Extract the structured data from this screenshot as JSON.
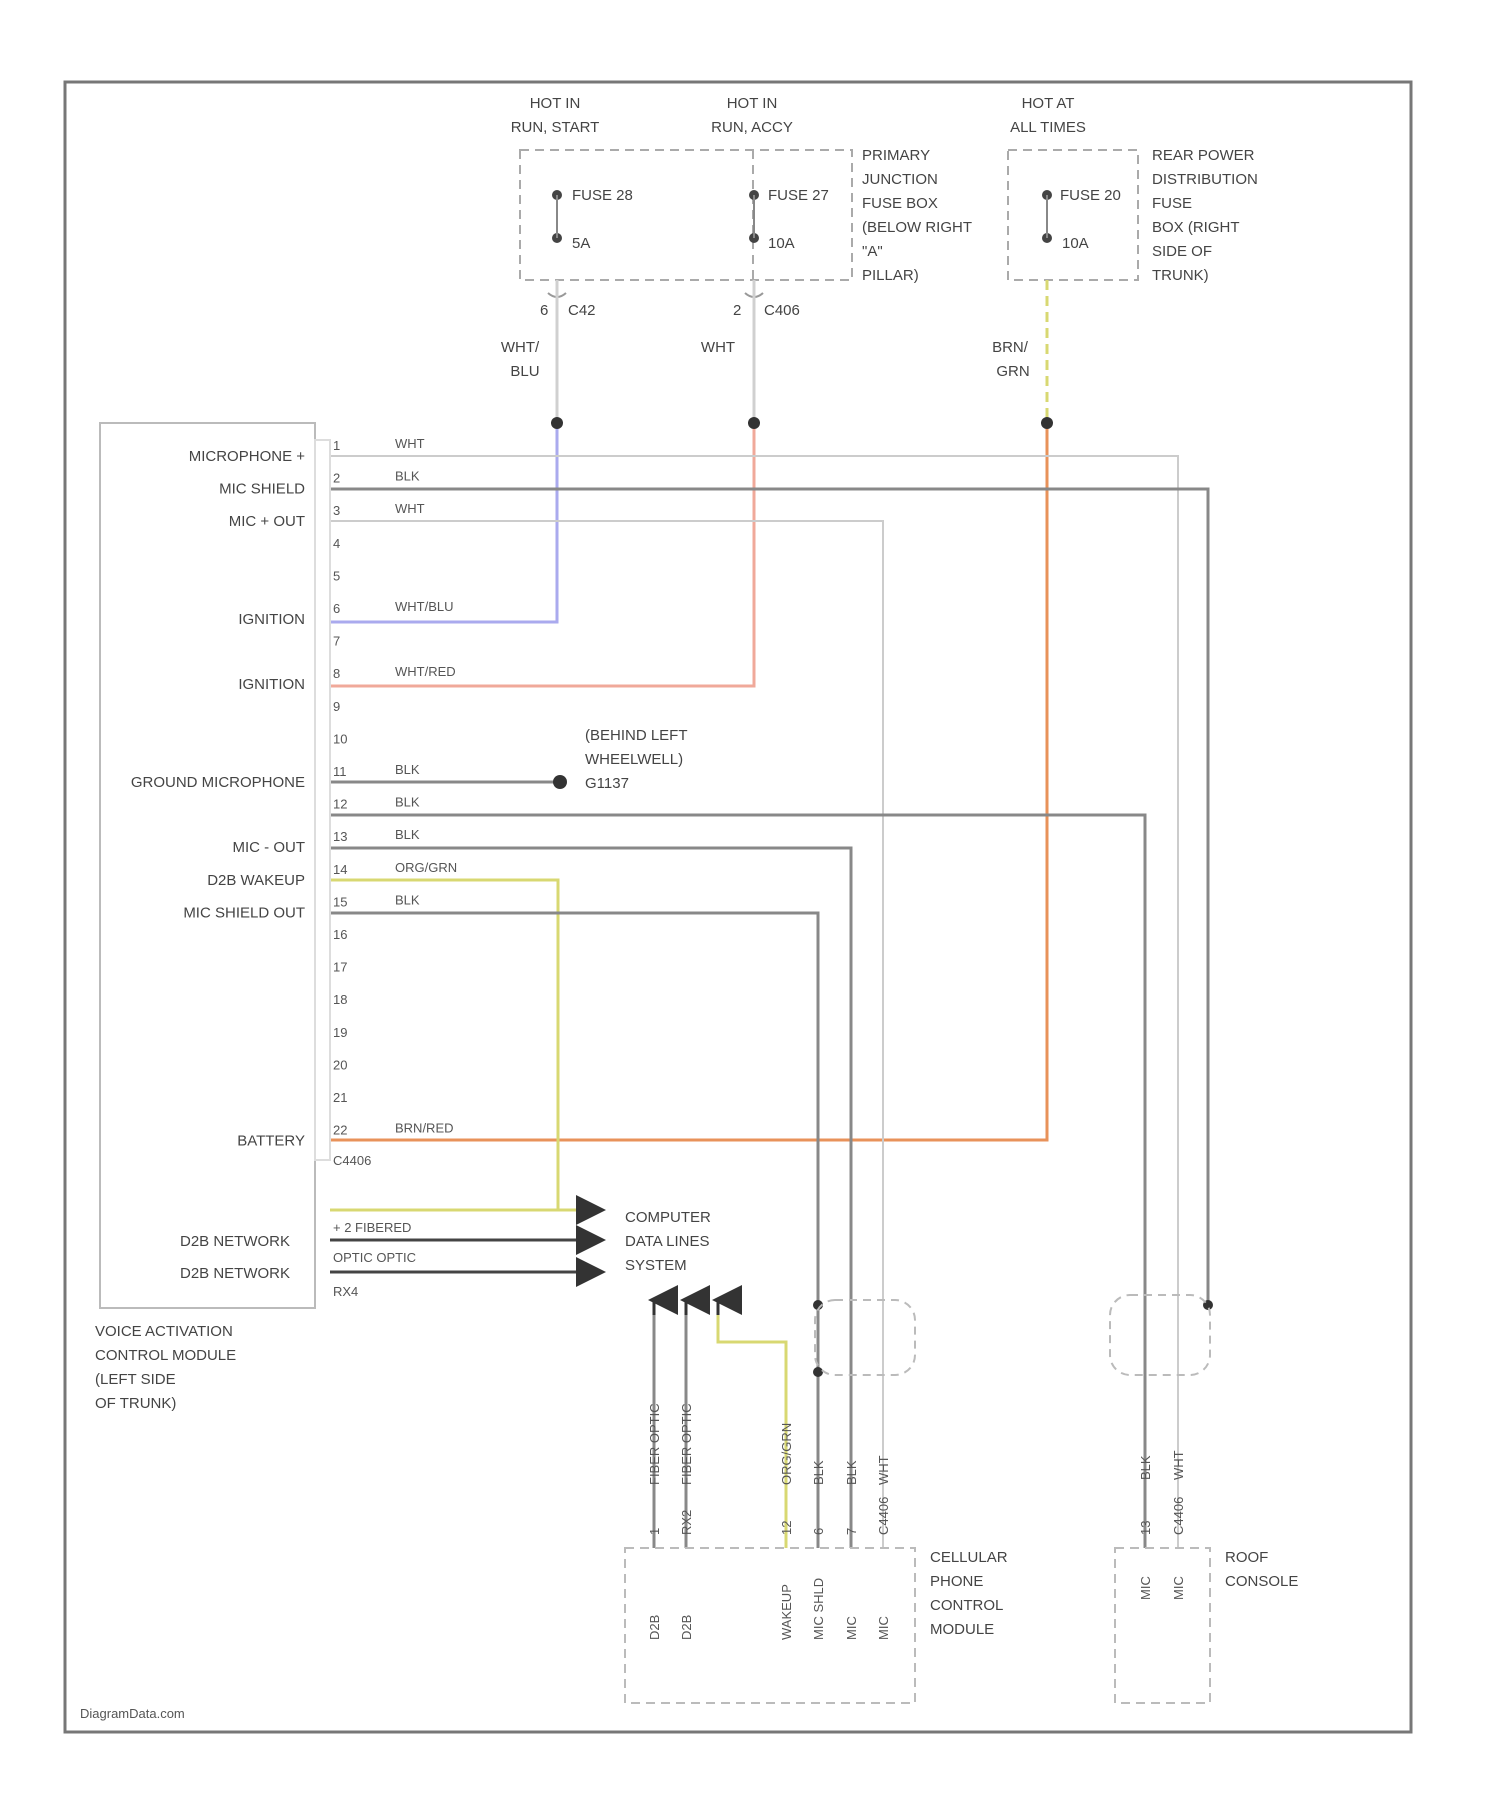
{
  "power_sources": [
    {
      "label_1": "HOT IN",
      "label_2": "RUN, START",
      "fuse": "FUSE 28",
      "amps": "5A",
      "pin": "6",
      "connector": "C42"
    },
    {
      "label_1": "HOT IN",
      "label_2": "RUN, ACCY",
      "fuse": "FUSE 27",
      "amps": "10A",
      "pin": "2",
      "connector": "C406"
    },
    {
      "label_1": "HOT AT",
      "label_2": "ALL TIMES",
      "fuse": "FUSE 20",
      "amps": "10A"
    }
  ],
  "primary_fuse_box": [
    "PRIMARY",
    "JUNCTION",
    "FUSE BOX",
    "(BELOW RIGHT",
    "\"A\"",
    "PILLAR)"
  ],
  "rear_fuse_box": [
    "REAR POWER",
    "DISTRIBUTION",
    "FUSE",
    "BOX (RIGHT",
    "SIDE OF",
    "TRUNK)"
  ],
  "feed_wires": [
    {
      "line_1": "WHT/",
      "line_2": "BLU"
    },
    {
      "line_1": "WHT",
      "line_2": ""
    },
    {
      "line_1": "BRN/",
      "line_2": "GRN"
    }
  ],
  "vacm": {
    "pin_labels": [
      {
        "pin": "1",
        "name": "MICROPHONE +",
        "wire": "WHT"
      },
      {
        "pin": "2",
        "name": "MIC SHIELD",
        "wire": "BLK"
      },
      {
        "pin": "3",
        "name": "MIC + OUT",
        "wire": "WHT"
      },
      {
        "pin": "6",
        "name": "IGNITION",
        "wire": "WHT/BLU"
      },
      {
        "pin": "8",
        "name": "IGNITION",
        "wire": "WHT/RED"
      },
      {
        "pin": "11",
        "name": "GROUND MICROPHONE",
        "wire": "BLK"
      },
      {
        "pin": "12",
        "name": "",
        "wire": "BLK"
      },
      {
        "pin": "13",
        "name": "MIC - OUT",
        "wire": "BLK"
      },
      {
        "pin": "14",
        "name": "D2B WAKEUP",
        "wire": "ORG/GRN"
      },
      {
        "pin": "15",
        "name": "MIC SHIELD OUT",
        "wire": "BLK"
      },
      {
        "pin": "22",
        "name": "BATTERY",
        "wire": "BRN/RED"
      }
    ],
    "empty_pins": [
      "4",
      "5",
      "7",
      "9",
      "10",
      "16",
      "17",
      "18",
      "19",
      "20",
      "21"
    ],
    "connector": "C4406",
    "network": [
      {
        "name": "D2B NETWORK",
        "wire": "+ 2 FIBERED",
        "sub": "OPTIC OPTIC"
      },
      {
        "name": "D2B NETWORK",
        "wire": "",
        "sub": "RX4"
      }
    ],
    "title": [
      "VOICE ACTIVATION",
      "CONTROL MODULE",
      "(LEFT SIDE",
      "OF TRUNK)"
    ]
  },
  "ground": [
    "(BEHIND LEFT",
    "WHEELWELL)",
    "G1137"
  ],
  "data_system": [
    "COMPUTER",
    "DATA LINES",
    "SYSTEM"
  ],
  "cellular": {
    "title": [
      "CELLULAR",
      "PHONE",
      "CONTROL",
      "MODULE"
    ],
    "wires": [
      "FIBER OPTIC",
      "FIBER OPTIC",
      "ORG/GRN",
      "BLK",
      "BLK",
      "WHT"
    ],
    "pins": [
      "1",
      "RX2",
      "12",
      "6",
      "7",
      "C4406"
    ],
    "terminals": [
      "D2B",
      "D2B",
      "WAKEUP",
      "MIC SHLD",
      "MIC",
      "MIC"
    ]
  },
  "roof": {
    "title": [
      "ROOF",
      "CONSOLE"
    ],
    "wires": [
      "BLK",
      "WHT"
    ],
    "pins": [
      "13",
      "C4406"
    ],
    "terminals": [
      "MIC",
      "MIC"
    ]
  },
  "watermark": "DiagramData.com",
  "colors": {
    "wht_blu": "#aaaaee",
    "wht_red": "#f0a99a",
    "brn": "#e8925a",
    "blk": "#888888",
    "wht": "#cccccc",
    "org_grn": "#d8d872"
  }
}
